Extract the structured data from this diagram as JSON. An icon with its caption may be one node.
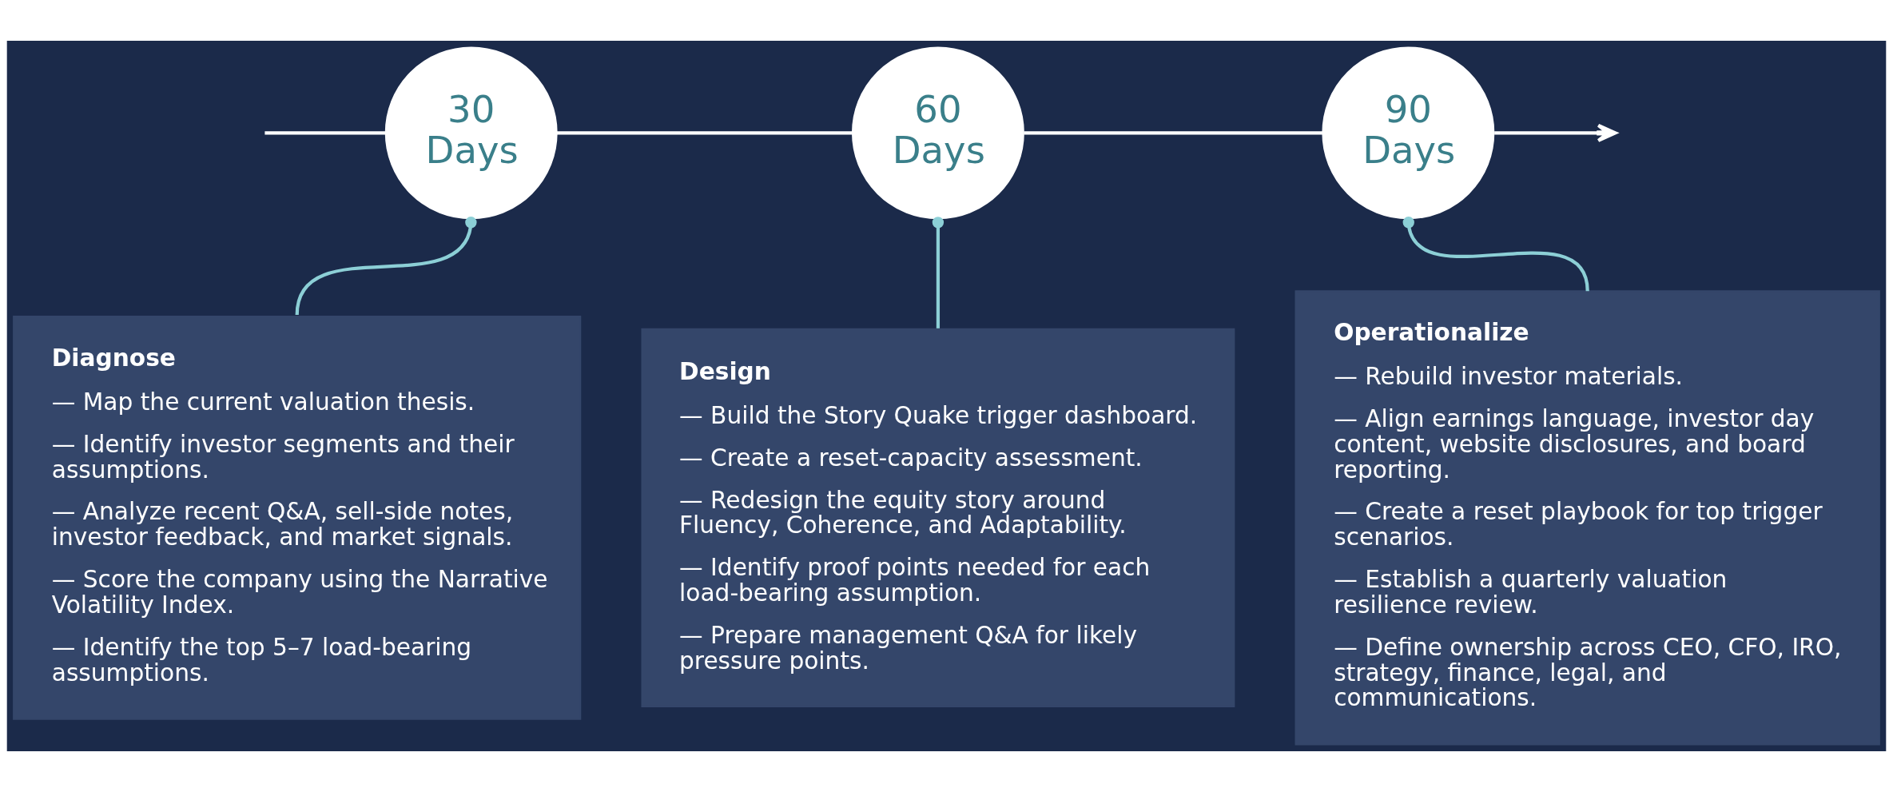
{
  "diagram": {
    "nodes": [
      {
        "text": [
          "30 Days"
        ]
      },
      {
        "text": [
          "60 Days"
        ]
      },
      {
        "text": [
          "90 Days"
        ]
      },
      {
        "text": [
          "Diagnose",
          "— Map the current valuation thesis.",
          "— Identify investor segments and their assumptions.",
          "— Analyze recent Q&A, sell-side notes, investor feedback, and market signals.",
          "— Score the company using the Narrative Volatility Index.",
          "— Identify the top 5–7 load-bearing assumptions."
        ]
      },
      {
        "text": [
          "Design",
          "— Build the Story Quake trigger dashboard.",
          "— Create a reset-capacity assessment.",
          "— Redesign the equity story around Fluency, Coherence, and Adaptability.",
          "— Identify proof points needed for each load-bearing assumption.",
          "— Prepare management Q&A for likely pressure points."
        ]
      },
      {
        "text": [
          "Operationalize",
          "— Rebuild investor materials.",
          "— Align earnings language, investor day content, website disclosures, and board reporting.",
          "— Create a reset playbook for top trigger scenarios.",
          "— Establish a quarterly valuation resilience review.",
          "— Define ownership across CEO, CFO, IRO, strategy, finance, legal, and communications."
        ]
      }
    ],
    "edges": [
      {
        "from": null,
        "to": 0,
        "arrow": "none"
      },
      {
        "from": 0,
        "to": 1,
        "arrow": "none"
      },
      {
        "from": 1,
        "to": 2,
        "arrow": "none"
      },
      {
        "from": 2,
        "to": null,
        "arrow": "to"
      },
      {
        "from": 0,
        "to": 3,
        "arrow": "other",
        "color": "#8ccfd6"
      },
      {
        "from": 1,
        "to": 4,
        "arrow": "other",
        "color": "#8ccfd6"
      },
      {
        "from": 2,
        "to": 5,
        "arrow": "other",
        "color": "#8ccfd6"
      }
    ]
  }
}
